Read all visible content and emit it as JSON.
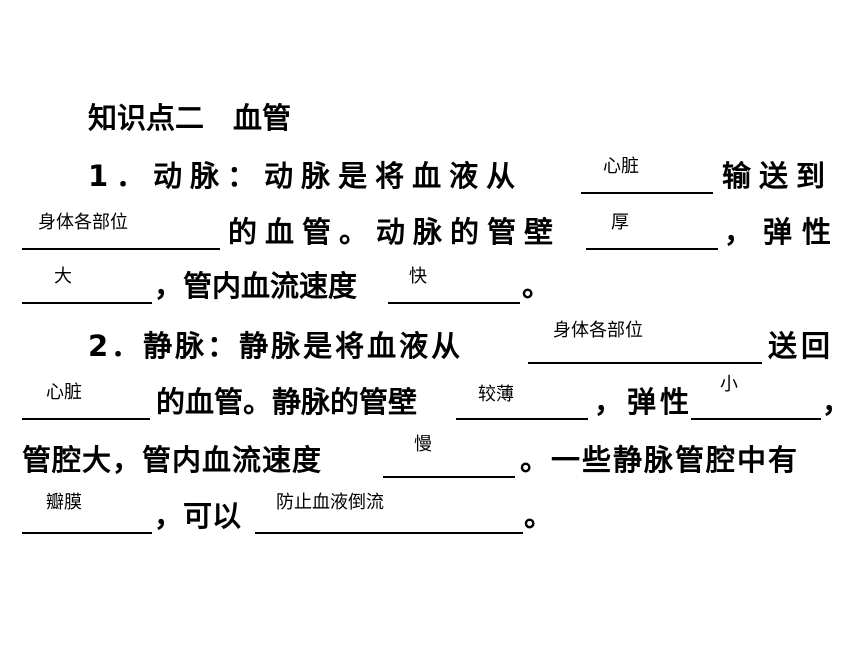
{
  "heading": "知识点二　血管",
  "q1": {
    "intro": "1．动脉：动脉是将血液从",
    "ans1": "心脏",
    "t1": "输送到",
    "ans2": "身体各部位",
    "t2": "的血管。动脉的管壁",
    "ans3": "厚",
    "t3": "，弹性",
    "ans4": "大",
    "t4": "，管内血流速度",
    "ans5": "快",
    "t5": "。"
  },
  "q2": {
    "intro": "2．静脉：静脉是将血液从",
    "ans1": "身体各部位",
    "t1": "送回",
    "ans2": "心脏",
    "t2": "的血管。静脉的管壁",
    "ans3": "较薄",
    "t3": "，弹性",
    "ans4": "小",
    "t4": "，",
    "t5": "管腔大，管内血流速度",
    "ans5": "慢",
    "t6": "。一些静脉管腔中有",
    "ans6": "瓣膜",
    "t7": "，可以",
    "ans7": "防止血液倒流",
    "t8": "。"
  }
}
